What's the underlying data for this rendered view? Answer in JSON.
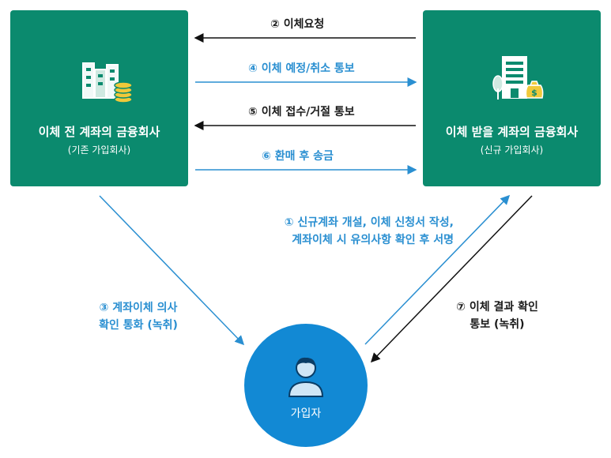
{
  "colors": {
    "green": "#0b8a6e",
    "blue": "#1289d4",
    "arrow_blue": "#2a8fd1",
    "arrow_dark": "#111111"
  },
  "left_box": {
    "name": "이체 전 계좌의 금융회사",
    "sub": "(기존 가입회사)",
    "icon": "buildings-coins-icon"
  },
  "right_box": {
    "name": "이체 받을 계좌의 금융회사",
    "sub": "(신규 가입회사)",
    "icon": "bank-building-moneybag-icon"
  },
  "user": {
    "name": "가입자",
    "icon": "person-icon"
  },
  "arrows": {
    "a2": "② 이체요청",
    "a4": "④ 이체 예정/취소 통보",
    "a5": "⑤ 이체 접수/거절 통보",
    "a6": "⑥ 환매 후 송금",
    "a1_line1": "① 신규계좌 개설, 이체 신청서 작성,",
    "a1_line2": "계좌이체 시 유의사항 확인 후 서명",
    "a3_line1": "③ 계좌이체 의사",
    "a3_line2": "확인 통화 (녹취)",
    "a7_line1": "⑦ 이체 결과 확인",
    "a7_line2": "통보 (녹취)"
  }
}
